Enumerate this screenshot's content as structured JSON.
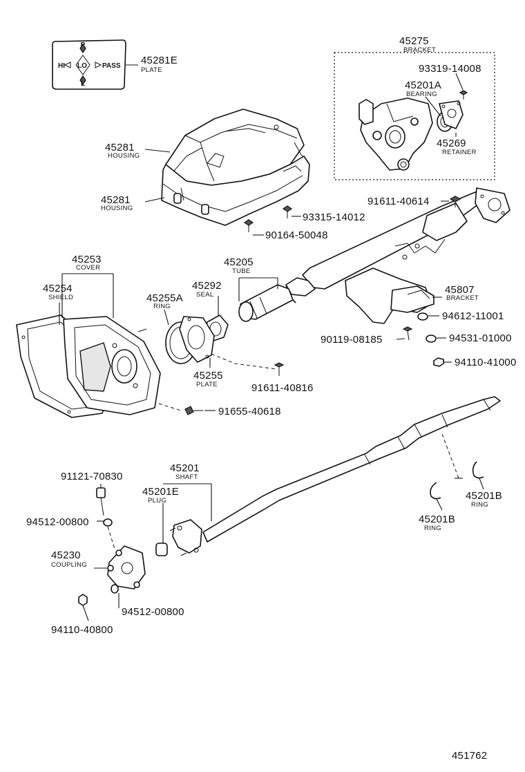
{
  "diagram": {
    "footer_code": "451762",
    "plate_symbols": {
      "top": "P",
      "bottom": "L",
      "left": "HI",
      "center": "LO",
      "right": "PASS"
    },
    "callouts": [
      {
        "part": "45281E",
        "name": "PLATE"
      },
      {
        "part": "45281",
        "name": "HOUSING"
      },
      {
        "part": "45281",
        "name": "HOUSING"
      },
      {
        "part": "45275",
        "name": "BRACKET"
      },
      {
        "part": "93319-14008",
        "name": ""
      },
      {
        "part": "45201A",
        "name": "BEARING"
      },
      {
        "part": "45269",
        "name": "RETAINER"
      },
      {
        "part": "91611-40614",
        "name": ""
      },
      {
        "part": "93315-14012",
        "name": ""
      },
      {
        "part": "90164-50048",
        "name": ""
      },
      {
        "part": "45253",
        "name": "COVER"
      },
      {
        "part": "45254",
        "name": "SHIELD"
      },
      {
        "part": "45205",
        "name": "TUBE"
      },
      {
        "part": "45292",
        "name": "SEAL"
      },
      {
        "part": "45255A",
        "name": "RING"
      },
      {
        "part": "45255",
        "name": "PLATE"
      },
      {
        "part": "91611-40816",
        "name": ""
      },
      {
        "part": "91655-40618",
        "name": ""
      },
      {
        "part": "45807",
        "name": "BRACKET"
      },
      {
        "part": "94612-11001",
        "name": ""
      },
      {
        "part": "90119-08185",
        "name": ""
      },
      {
        "part": "94531-01000",
        "name": ""
      },
      {
        "part": "94110-41000",
        "name": ""
      },
      {
        "part": "91121-70830",
        "name": ""
      },
      {
        "part": "94512-00800",
        "name": ""
      },
      {
        "part": "45201",
        "name": "SHAFT"
      },
      {
        "part": "45201E",
        "name": "PLUG"
      },
      {
        "part": "45230",
        "name": "COUPLING"
      },
      {
        "part": "94512-00800",
        "name": ""
      },
      {
        "part": "94110-40800",
        "name": ""
      },
      {
        "part": "45201B",
        "name": "RING"
      },
      {
        "part": "45201B",
        "name": "RING"
      }
    ]
  }
}
